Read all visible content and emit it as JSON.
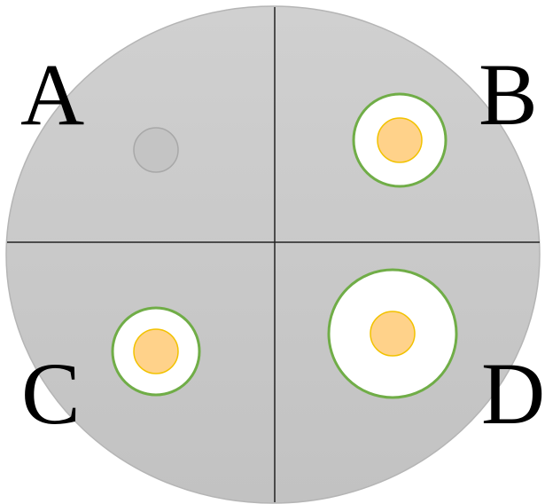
{
  "labels": {
    "a": "A",
    "b": "B",
    "c": "C",
    "d": "D"
  },
  "colors": {
    "plate_fill": "#c9c9c9",
    "plate_stroke": "#b5b5b5",
    "divider": "#222222",
    "zone_fill": "#ffffff",
    "zone_ring": "#70ad47",
    "disc_fill": "#ffd28a",
    "disc_stroke": "#f2c200",
    "blank_disc_fill": "#c4c4c4",
    "blank_disc_stroke": "#a8a8a8"
  }
}
